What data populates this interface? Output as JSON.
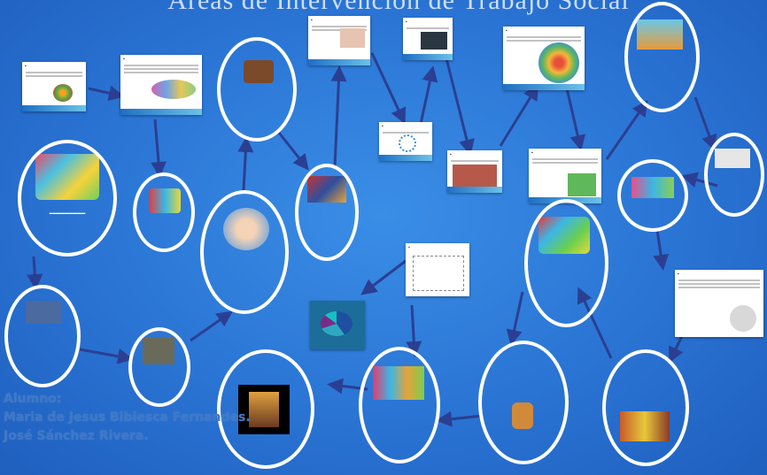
{
  "title": "Áreas de Intervención de Trabajo Social",
  "authors": {
    "label": "Alumno:",
    "names": [
      "Maria de Jesus Bibiesca Fernandes.",
      "José Sánchez Rivera."
    ]
  },
  "colors": {
    "background": "#2a74d4",
    "arrow": "#2a3a8c",
    "author_text": "#3f78c7"
  }
}
